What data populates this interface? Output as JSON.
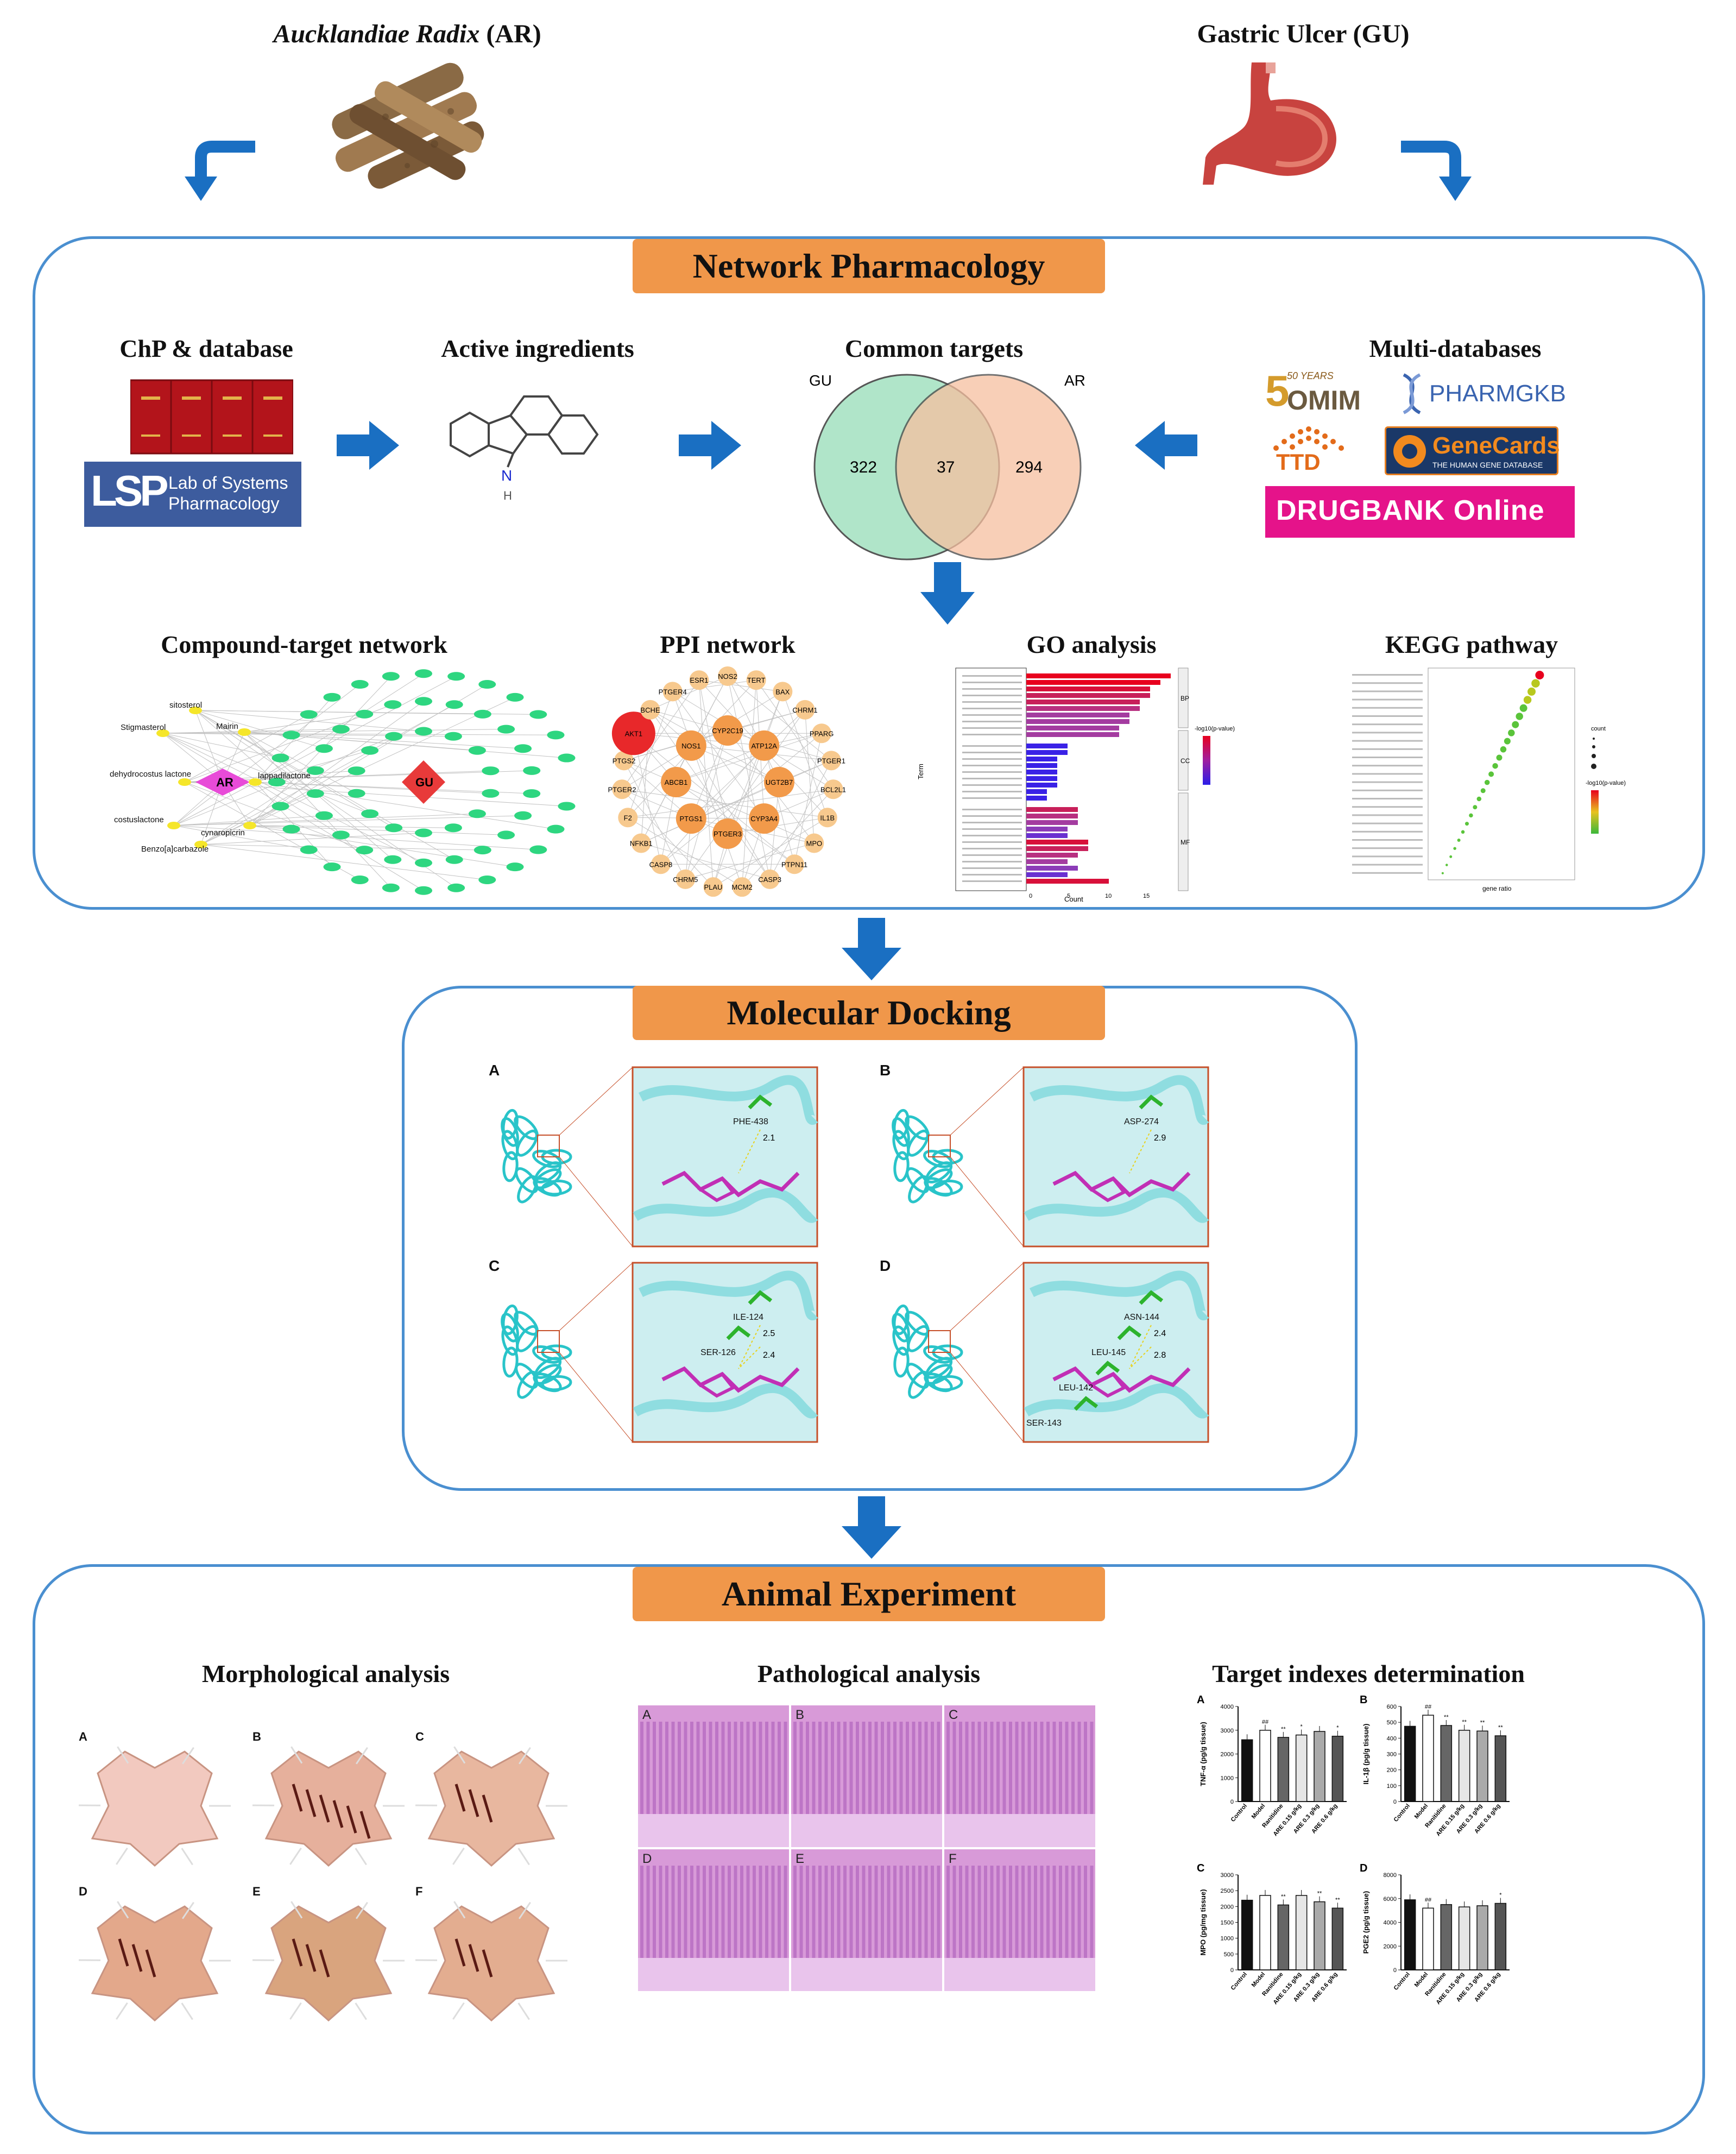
{
  "top": {
    "herb_title_italic": "Aucklandiae Radix",
    "herb_title_abbr": " (AR)",
    "disease_title": "Gastric Ulcer (GU)"
  },
  "network": {
    "banner": "Network Pharmacology",
    "headings": {
      "chp": "ChP & database",
      "active": "Active ingredients",
      "common": "Common targets",
      "multi": "Multi-databases",
      "ct_network": "Compound-target network",
      "ppi": "PPI network",
      "go": "GO analysis",
      "kegg": "KEGG pathway"
    },
    "lsp_logo": "Lab of Systems Pharmacology",
    "lsp_letters": "LSP",
    "molecule_atom": "N",
    "molecule_h": "H",
    "venn": {
      "left_label": "GU",
      "right_label": "AR",
      "left_only": "322",
      "overlap": "37",
      "right_only": "294"
    },
    "databases": {
      "omim": "OMIM",
      "omim_years": "50 YEARS",
      "pharmgkb": "PHARMGKB",
      "ttd": "TTD",
      "genecards": "GeneCards",
      "genecards_sub": "THE HUMAN GENE DATABASE",
      "drugbank": "DRUGBANK Online"
    },
    "ct": {
      "hub_ar": "AR",
      "hub_gu": "GU",
      "compounds": [
        "sitosterol",
        "Stigmasterol",
        "Mairin",
        "dehydrocostus lactone",
        "lappadilactone",
        "costuslactone",
        "cynaropicrin",
        "Benzo[a]carbazole"
      ]
    },
    "ppi_nodes": [
      "NOS2",
      "TERT",
      "BAX",
      "CHRM1",
      "PPARG",
      "PTGER1",
      "BCL2L1",
      "IL1B",
      "MPO",
      "PTPN11",
      "CASP3",
      "MCM2",
      "PLAU",
      "CHRM5",
      "CASP8",
      "NFKB1",
      "F2",
      "PTGER2",
      "PTGS2",
      "AKT1",
      "BCHE",
      "PTGER4",
      "ESR1",
      "CYP2C19",
      "ATP12A",
      "UGT2B7",
      "CYP3A4",
      "PTGER3",
      "PTGS1",
      "ABCB1",
      "NOS1"
    ],
    "go": {
      "x_label": "Count",
      "y_label": "Term",
      "groups": [
        "BP",
        "CC",
        "MF"
      ],
      "legend_title": "-log10(p-value)",
      "ticks": [
        "0",
        "5",
        "10",
        "15"
      ]
    },
    "kegg": {
      "x_label": "gene ratio",
      "legend_count": "count",
      "legend_p": "-log10(p-value)"
    }
  },
  "docking": {
    "banner": "Molecular Docking",
    "panels": [
      {
        "letter": "A",
        "residues": [
          "PHE-438"
        ],
        "distances": [
          "2.1"
        ]
      },
      {
        "letter": "B",
        "residues": [
          "ASP-274"
        ],
        "distances": [
          "2.9"
        ]
      },
      {
        "letter": "C",
        "residues": [
          "ILE-124",
          "SER-126"
        ],
        "distances": [
          "2.5",
          "2.4"
        ]
      },
      {
        "letter": "D",
        "residues": [
          "ASN-144",
          "LEU-145",
          "LEU-142",
          "SER-143"
        ],
        "distances": [
          "2.4",
          "2.8"
        ]
      }
    ]
  },
  "animal": {
    "banner": "Animal Experiment",
    "headings": {
      "morph": "Morphological analysis",
      "patho": "Pathological analysis",
      "target": "Target indexes determination"
    },
    "morph_letters": [
      "A",
      "B",
      "C",
      "D",
      "E",
      "F"
    ],
    "patho_letters": [
      "A",
      "B",
      "C",
      "D",
      "E",
      "F"
    ]
  },
  "colors": {
    "panel_border": "#4a8fd0",
    "banner": "#f0974a",
    "arrow": "#1a6fc2",
    "venn_left": "#a8e3c4",
    "venn_right": "#f6c0a0"
  },
  "chart_data": [
    {
      "type": "bar",
      "panel": "A",
      "ylabel": "TNF-α (pg/g tissue)",
      "ylim": [
        0,
        4000
      ],
      "yticks": [
        0,
        1000,
        2000,
        3000,
        4000
      ],
      "categories": [
        "Control",
        "Model",
        "Ranitidine",
        "ARE 0.15 g/kg",
        "ARE 0.3 g/kg",
        "ARE 0.6 g/kg"
      ],
      "values": [
        2600,
        3000,
        2700,
        2800,
        2950,
        2750
      ],
      "marks": [
        "",
        "##",
        "**",
        "*",
        "",
        "*"
      ]
    },
    {
      "type": "bar",
      "panel": "B",
      "ylabel": "IL-1β (pg/g tissue)",
      "ylim": [
        0,
        600
      ],
      "yticks": [
        0,
        100,
        200,
        300,
        400,
        500,
        600
      ],
      "categories": [
        "Control",
        "Model",
        "Ranitidine",
        "ARE 0.15 g/kg",
        "ARE 0.3 g/kg",
        "ARE 0.6 g/kg"
      ],
      "values": [
        475,
        545,
        480,
        450,
        445,
        415
      ],
      "marks": [
        "",
        "##",
        "**",
        "**",
        "**",
        "**"
      ]
    },
    {
      "type": "bar",
      "panel": "C",
      "ylabel": "MPO (pg/mg tissue)",
      "ylim": [
        0,
        3000
      ],
      "yticks": [
        0,
        500,
        1000,
        1500,
        2000,
        2500,
        3000
      ],
      "categories": [
        "Control",
        "Model",
        "Ranitidine",
        "ARE 0.15 g/kg",
        "ARE 0.3 g/kg",
        "ARE 0.6 g/kg"
      ],
      "values": [
        2200,
        2350,
        2050,
        2350,
        2150,
        1950
      ],
      "marks": [
        "",
        "",
        "**",
        "",
        "**",
        "**"
      ]
    },
    {
      "type": "bar",
      "panel": "D",
      "ylabel": "PGE2 (pg/g tissue)",
      "ylim": [
        0,
        8000
      ],
      "yticks": [
        0,
        2000,
        4000,
        6000,
        8000
      ],
      "categories": [
        "Control",
        "Model",
        "Ranitidine",
        "ARE 0.15 g/kg",
        "ARE 0.3 g/kg",
        "ARE 0.6 g/kg"
      ],
      "values": [
        5900,
        5200,
        5500,
        5300,
        5400,
        5600
      ],
      "marks": [
        "",
        "##",
        "",
        "",
        "",
        "*"
      ]
    }
  ]
}
